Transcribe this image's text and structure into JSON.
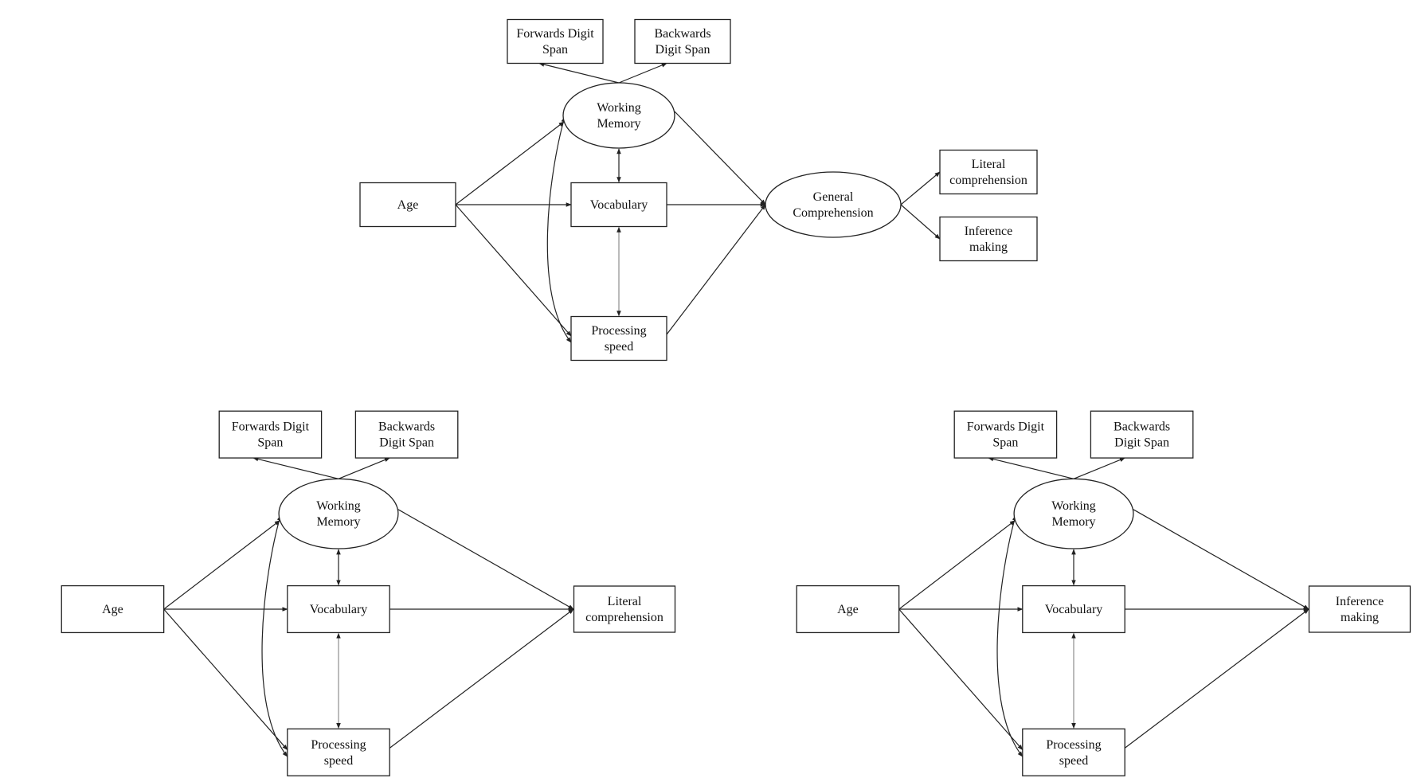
{
  "models": [
    {
      "id": "general",
      "nodes": {
        "forwards_digit_span": [
          "Forwards Digit",
          "Span"
        ],
        "backwards_digit_span": [
          "Backwards",
          "Digit Span"
        ],
        "working_memory": [
          "Working",
          "Memory"
        ],
        "age": [
          "Age"
        ],
        "vocabulary": [
          "Vocabulary"
        ],
        "processing_speed": [
          "Processing",
          "speed"
        ],
        "outcome": [
          "General",
          "Comprehension"
        ],
        "literal_comprehension": [
          "Literal",
          "comprehension"
        ],
        "inference_making": [
          "Inference",
          "making"
        ]
      }
    },
    {
      "id": "literal",
      "nodes": {
        "forwards_digit_span": [
          "Forwards Digit",
          "Span"
        ],
        "backwards_digit_span": [
          "Backwards",
          "Digit Span"
        ],
        "working_memory": [
          "Working",
          "Memory"
        ],
        "age": [
          "Age"
        ],
        "vocabulary": [
          "Vocabulary"
        ],
        "processing_speed": [
          "Processing",
          "speed"
        ],
        "outcome": [
          "Literal",
          "comprehension"
        ]
      }
    },
    {
      "id": "inference",
      "nodes": {
        "forwards_digit_span": [
          "Forwards Digit",
          "Span"
        ],
        "backwards_digit_span": [
          "Backwards",
          "Digit Span"
        ],
        "working_memory": [
          "Working",
          "Memory"
        ],
        "age": [
          "Age"
        ],
        "vocabulary": [
          "Vocabulary"
        ],
        "processing_speed": [
          "Processing",
          "speed"
        ],
        "outcome": [
          "Inference",
          "making"
        ]
      }
    }
  ]
}
